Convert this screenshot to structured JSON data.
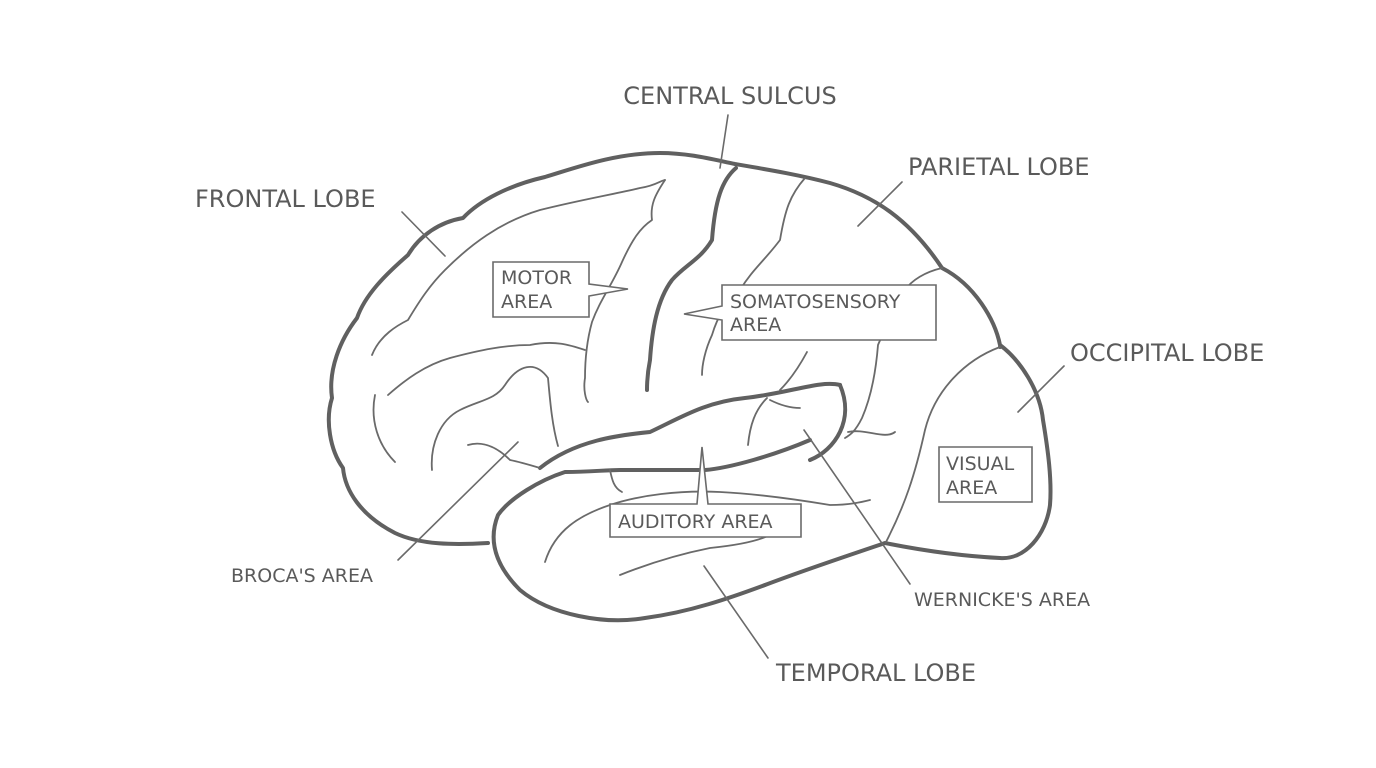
{
  "labels": {
    "central_sulcus": "CENTRAL SULCUS",
    "frontal_lobe": "FRONTAL LOBE",
    "parietal_lobe": "PARIETAL LOBE",
    "occipital_lobe": "OCCIPITAL LOBE",
    "temporal_lobe": "TEMPORAL LOBE",
    "brocas_area": "BROCA'S AREA",
    "wernickes_area": "WERNICKE'S AREA",
    "motor_area": {
      "line1": "MOTOR",
      "line2": "AREA"
    },
    "somatosensory_area": {
      "line1": "SOMATOSENSORY",
      "line2": "AREA"
    },
    "visual_area": {
      "line1": "VISUAL",
      "line2": "AREA"
    },
    "auditory_area": "AUDITORY AREA"
  },
  "colors": {
    "outline": "#606060",
    "lines": "#6a6a6a",
    "text": "#5a5a5a",
    "background": "#ffffff"
  }
}
